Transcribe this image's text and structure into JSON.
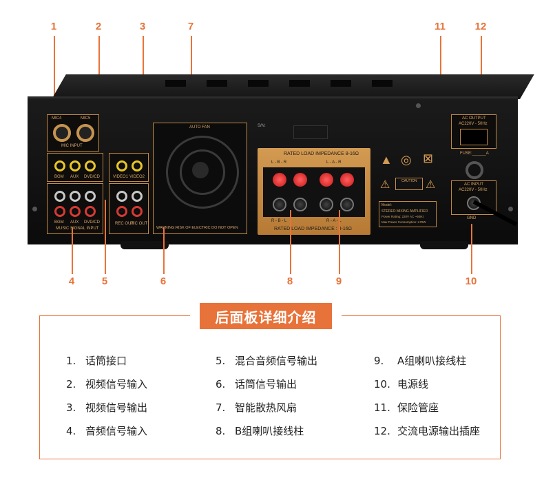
{
  "callouts": [
    "1",
    "2",
    "3",
    "7",
    "11",
    "12",
    "4",
    "5",
    "6",
    "8",
    "9",
    "10"
  ],
  "device": {
    "sn_label": "S/N:",
    "fan_label": "AUTO FAN",
    "warning": "WARNING:RISK OF ELECTRIC DO NOT OPEN",
    "impedance_top": "RATED LOAD IMPEDANCE 8-16Ω",
    "impedance_bottom": "RATED LOAD IMPEDANCE : 8-16Ω",
    "group_b_top": "L  -  B  -  R",
    "group_a_top": "L  -  A  -  R",
    "group_b_bottom": "R  -  B  -  L",
    "group_a_bottom": "R  -  A  -  L",
    "mic4": "MIC4",
    "mic5": "MIC5",
    "mic_input": "MIC INPUT",
    "video_in": [
      "BGM",
      "AUX",
      "DVD/CD"
    ],
    "video_out": [
      "VIDEO1",
      "VIDEO2"
    ],
    "audio_in": [
      "BGM",
      "AUX",
      "DVD/CD"
    ],
    "audio_in_caption": "MUSIC SIGNAL INPUT",
    "out_labels": [
      "REC OUT",
      "MIC OUT"
    ],
    "ac_output": "AC OUTPUT",
    "ac_output_rating": "AC220V - 50Hz",
    "fuse": "FUSE:______A",
    "ac_input": "AC INPUT",
    "ac_input_rating": "AC220V - 50Hz",
    "gnd": "GND",
    "caution": "CAUTION",
    "model_label": "Model:",
    "model_desc": "STEREO MIXING AMPLIFIER",
    "power_rating": "Power Rating: 220V AC ~50Hz",
    "max_power": "Max Power Consumption: ≥70W"
  },
  "heading": "后面板详细介绍",
  "items": [
    {
      "num": "1.",
      "text": "话筒接口"
    },
    {
      "num": "2.",
      "text": "视频信号输入"
    },
    {
      "num": "3.",
      "text": "视频信号输出"
    },
    {
      "num": "4.",
      "text": "音频信号输入"
    },
    {
      "num": "5.",
      "text": "混合音频信号输出"
    },
    {
      "num": "6.",
      "text": "话筒信号输出"
    },
    {
      "num": "7.",
      "text": "智能散热风扇"
    },
    {
      "num": "8.",
      "text": "B组喇叭接线柱"
    },
    {
      "num": "9.",
      "text": "A组喇叭接线柱"
    },
    {
      "num": "10.",
      "text": "电源线"
    },
    {
      "num": "11.",
      "text": "保险管座"
    },
    {
      "num": "12.",
      "text": "交流电源输出插座"
    }
  ],
  "colors": {
    "accent": "#e8733a",
    "gold": "#c28a45",
    "chassis": "#111111"
  }
}
